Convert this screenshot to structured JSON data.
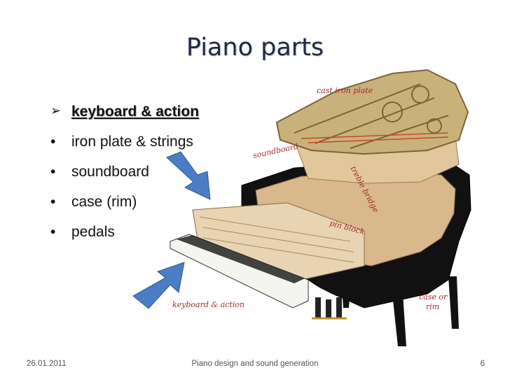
{
  "slide": {
    "title": "Piano parts",
    "bullets": [
      {
        "label": "keyboard & action",
        "active": true
      },
      {
        "label": "iron plate & strings",
        "active": false
      },
      {
        "label": "soundboard",
        "active": false
      },
      {
        "label": "case (rim)",
        "active": false
      },
      {
        "label": "pedals",
        "active": false
      }
    ]
  },
  "diagram": {
    "labels": {
      "cast_iron_plate": "cast iron plate",
      "soundboard": "soundboard",
      "treble_bridge": "treble bridge",
      "pin_block": "pin block",
      "case_or_rim_line1": "case or",
      "case_or_rim_line2": "rim",
      "keyboard_action": "keyboard & action"
    },
    "colors": {
      "arrow": "#4a7dc4",
      "label": "#a32a2a",
      "case": "#111111",
      "wood": "#d9b88c",
      "plate": "#c9b27a"
    }
  },
  "footer": {
    "date": "26.01.2011",
    "center": "Piano design and sound generation",
    "page": "6"
  }
}
